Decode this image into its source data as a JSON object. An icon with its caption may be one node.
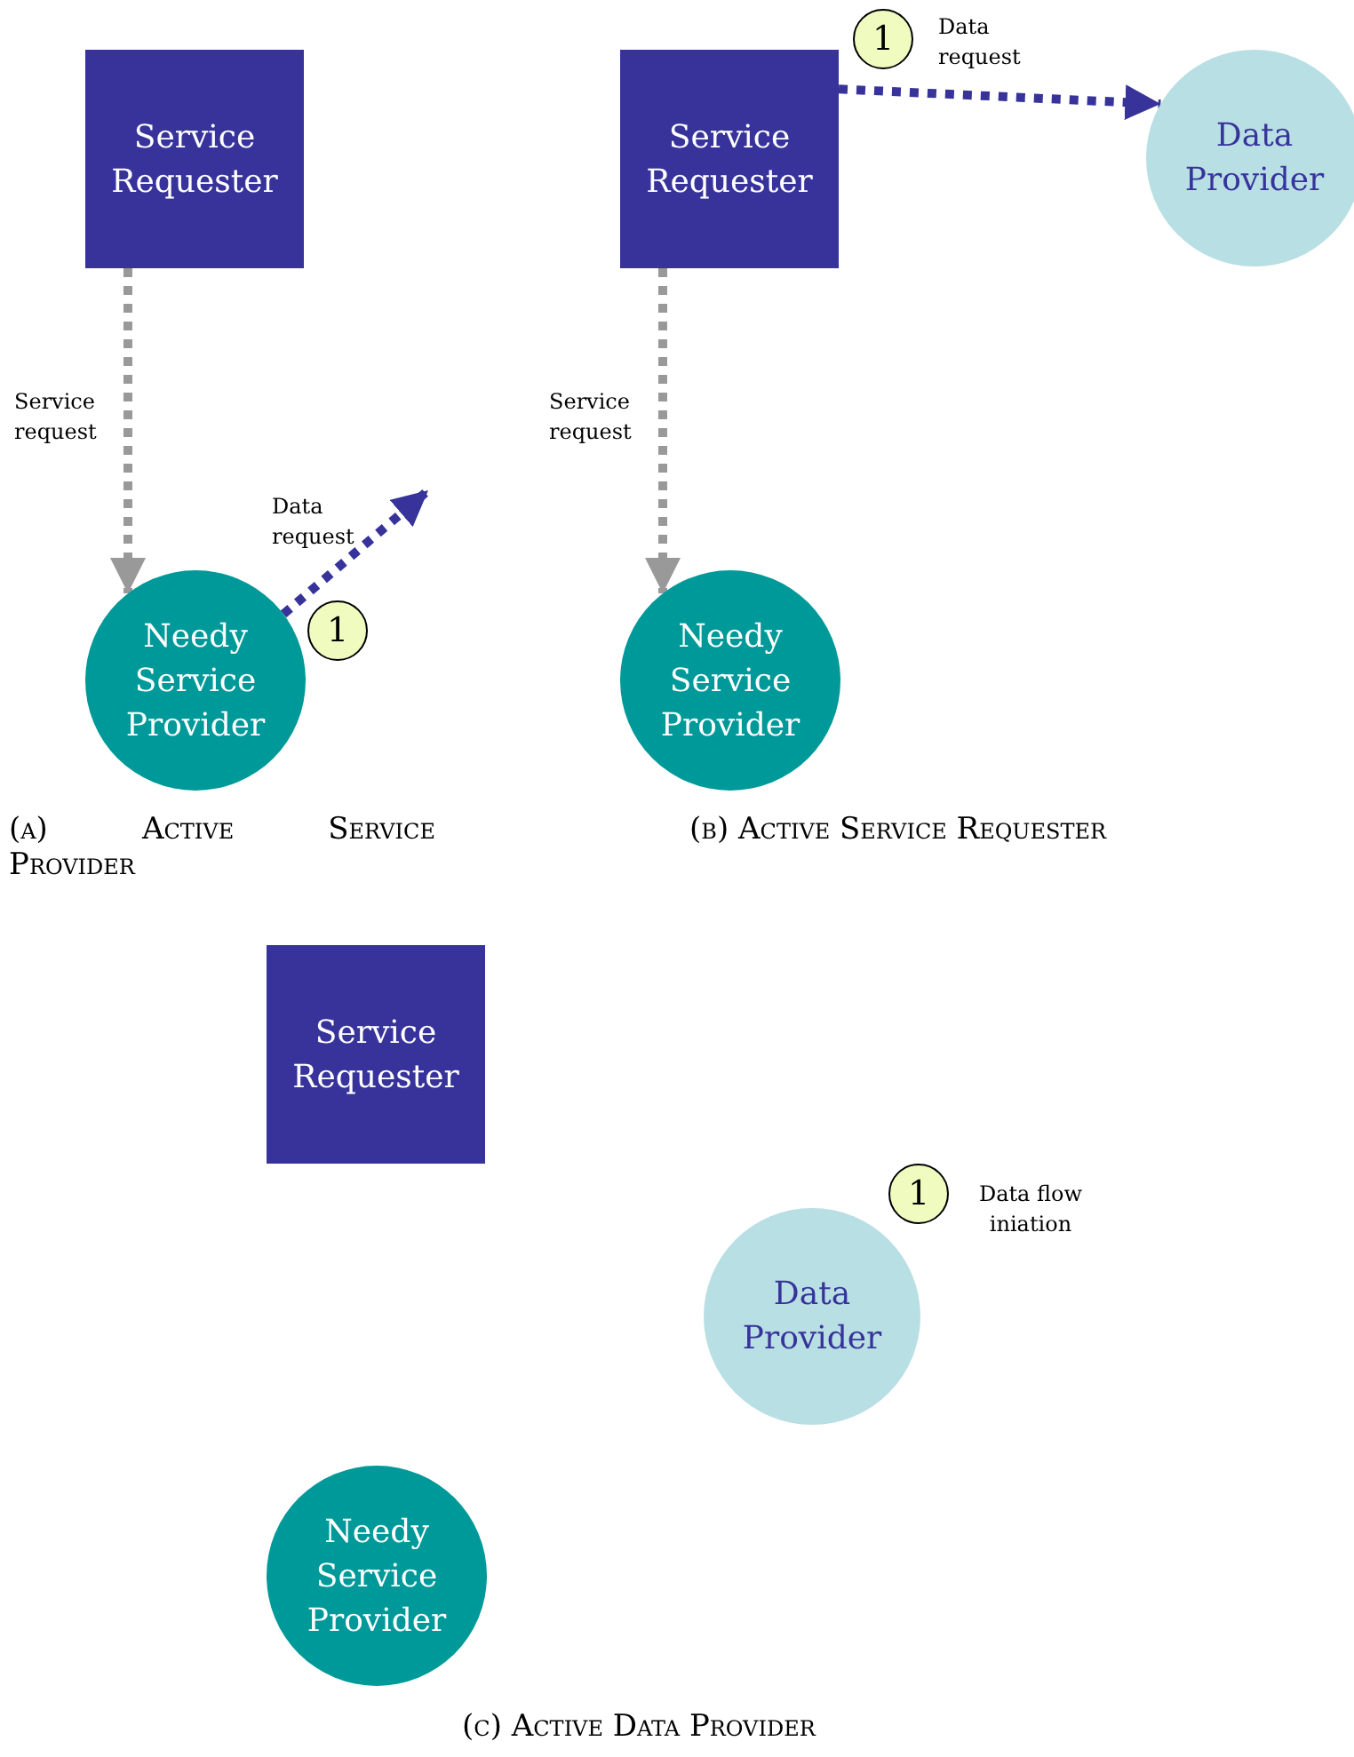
{
  "diagram": {
    "nodes": [
      {
        "text": [
          "Service Requester"
        ]
      },
      {
        "text": [
          "Needy Service Provider"
        ]
      },
      {
        "text": [
          "1"
        ]
      },
      {
        "text": [
          "Service Requester"
        ]
      },
      {
        "text": [
          "Data Provider"
        ]
      },
      {
        "text": [
          "Needy Service Provider"
        ]
      },
      {
        "text": [
          "1"
        ]
      },
      {
        "text": [
          "Service Requester"
        ]
      },
      {
        "text": [
          "Data Provider"
        ]
      },
      {
        "text": [
          "Needy Service Provider"
        ]
      },
      {
        "text": [
          "1"
        ],
        "beside": [
          "Data flow iniation"
        ]
      }
    ],
    "edges": [
      {
        "from": 0,
        "to": 1,
        "arrow": "to",
        "label": "Service request",
        "style": "dashed",
        "color": "#999999"
      },
      {
        "from": 1,
        "to": null,
        "arrow": "to",
        "label": "Data request",
        "style": "dashed",
        "color": "#37339a"
      },
      {
        "from": 3,
        "to": 4,
        "arrow": "to",
        "label": "Data request",
        "style": "dashed",
        "color": "#37339a"
      },
      {
        "from": 3,
        "to": 5,
        "arrow": "to",
        "label": "Service request",
        "style": "dashed",
        "color": "#999999"
      }
    ],
    "labels": [
      "(a) Active Service Provider",
      "(b) Active Service Requester",
      "(c) Active Data Provider"
    ]
  }
}
